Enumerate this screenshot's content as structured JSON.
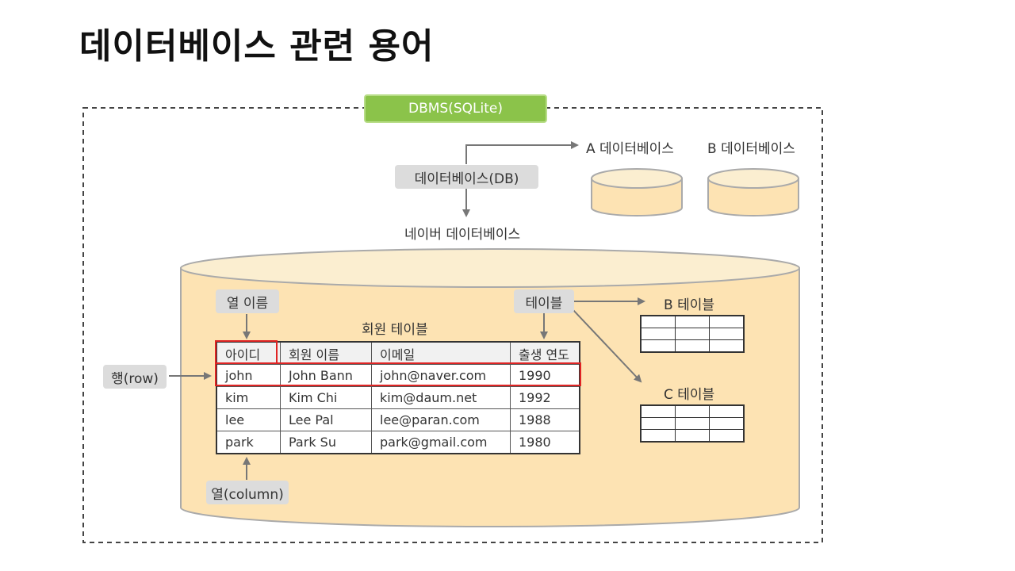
{
  "title": "데이터베이스 관련 용어",
  "dbms_label": "DBMS(SQLite)",
  "db_label": "데이터베이스(DB)",
  "db_a_label": "A 데이터베이스",
  "db_b_label": "B 데이터베이스",
  "naver_db_label": "네이버 데이터베이스",
  "column_name_label": "열 이름",
  "table_pill_label": "테이블",
  "member_table_title": "회원 테이블",
  "row_label": "행(row)",
  "column_label": "열(column)",
  "table_b_label": "B 테이블",
  "table_c_label": "C 테이블",
  "table": {
    "headers": [
      "아이디",
      "회원 이름",
      "이메일",
      "출생 연도"
    ],
    "rows": [
      [
        "john",
        "John Bann",
        "john@naver.com",
        "1990"
      ],
      [
        "kim",
        "Kim Chi",
        "kim@daum.net",
        "1992"
      ],
      [
        "lee",
        "Lee Pal",
        "lee@paran.com",
        "1988"
      ],
      [
        "park",
        "Park Su",
        "park@gmail.com",
        "1980"
      ]
    ]
  },
  "colors": {
    "dbms_green": "#8bc34a",
    "cylinder_fill": "#fde3b3",
    "cylinder_stroke": "#aaaaaa",
    "highlight_red": "#e02424",
    "pill_gray": "#dcdcdc"
  }
}
